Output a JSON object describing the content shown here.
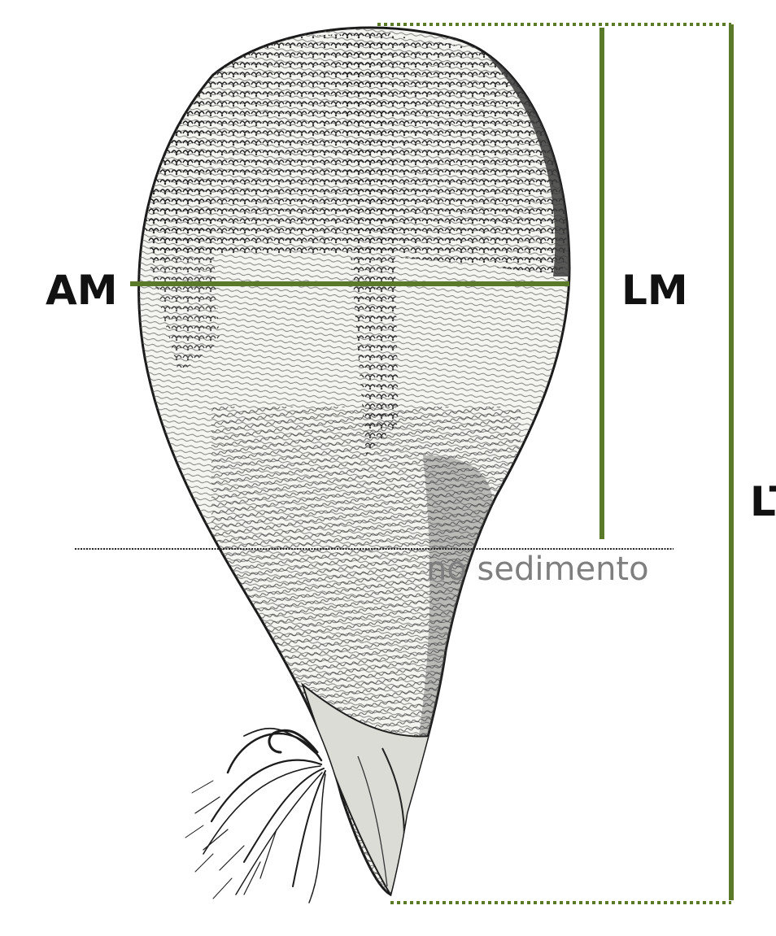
{
  "labels": {
    "am": "AM",
    "lm": "LM",
    "lt": "LT",
    "sediment": "no sedimento"
  },
  "colors": {
    "measure_line": "#5a7a2a",
    "sediment_line": "#222222",
    "sediment_text": "#7f7f7f",
    "shell_stroke": "#1a1a1a",
    "shell_fill": "#f4f4f0",
    "shell_dark": "#3a3a3a"
  },
  "illustration": {
    "subject": "mussel shell drawing with byssus threads",
    "icon": "mussel-shell-icon"
  }
}
